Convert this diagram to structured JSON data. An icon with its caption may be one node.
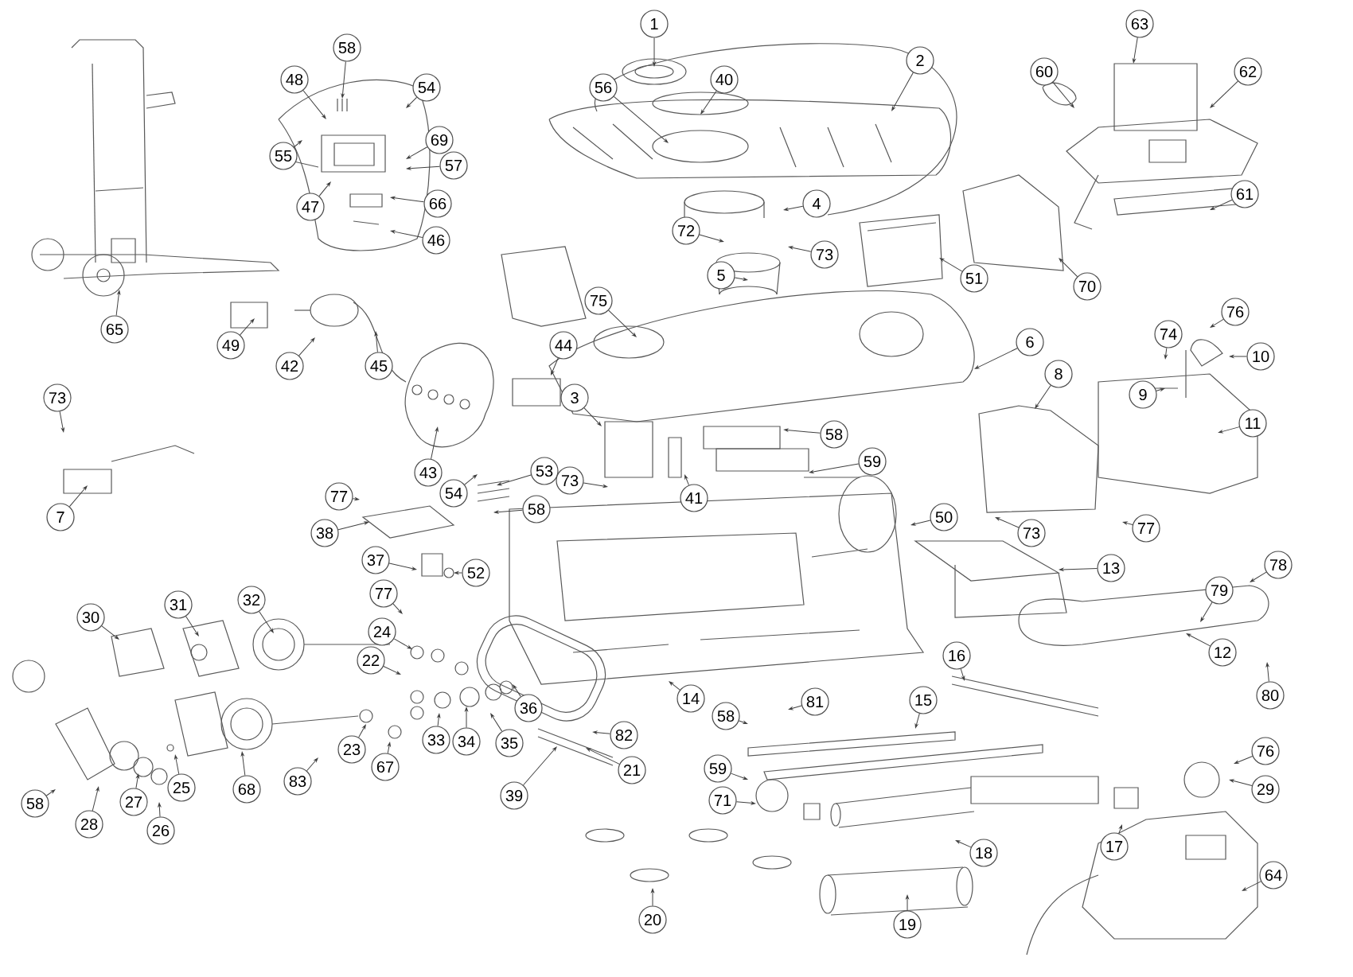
{
  "diagram": {
    "nodes": [
      {
        "text": [
          "1"
        ]
      },
      {
        "text": [
          "2"
        ]
      },
      {
        "text": [
          "40"
        ]
      },
      {
        "text": [
          "56"
        ]
      },
      {
        "text": [
          "58"
        ]
      },
      {
        "text": [
          "48"
        ]
      },
      {
        "text": [
          "54"
        ]
      },
      {
        "text": [
          "63"
        ]
      },
      {
        "text": [
          "60"
        ]
      },
      {
        "text": [
          "62"
        ]
      },
      {
        "text": [
          "69"
        ]
      },
      {
        "text": [
          "57"
        ]
      },
      {
        "text": [
          "55"
        ]
      },
      {
        "text": [
          "66"
        ]
      },
      {
        "text": [
          "47"
        ]
      },
      {
        "text": [
          "46"
        ]
      },
      {
        "text": [
          "61"
        ]
      },
      {
        "text": [
          "4"
        ]
      },
      {
        "text": [
          "72"
        ]
      },
      {
        "text": [
          "73"
        ]
      },
      {
        "text": [
          "5"
        ]
      },
      {
        "text": [
          "51"
        ]
      },
      {
        "text": [
          "70"
        ]
      },
      {
        "text": [
          "75"
        ]
      },
      {
        "text": [
          "76"
        ]
      },
      {
        "text": [
          "65"
        ]
      },
      {
        "text": [
          "6"
        ]
      },
      {
        "text": [
          "74"
        ]
      },
      {
        "text": [
          "49"
        ]
      },
      {
        "text": [
          "44"
        ]
      },
      {
        "text": [
          "10"
        ]
      },
      {
        "text": [
          "42"
        ]
      },
      {
        "text": [
          "45"
        ]
      },
      {
        "text": [
          "8"
        ]
      },
      {
        "text": [
          "9"
        ]
      },
      {
        "text": [
          "73"
        ]
      },
      {
        "text": [
          "3"
        ]
      },
      {
        "text": [
          "11"
        ]
      },
      {
        "text": [
          "58"
        ]
      },
      {
        "text": [
          "59"
        ]
      },
      {
        "text": [
          "43"
        ]
      },
      {
        "text": [
          "53"
        ]
      },
      {
        "text": [
          "73"
        ]
      },
      {
        "text": [
          "54"
        ]
      },
      {
        "text": [
          "77"
        ]
      },
      {
        "text": [
          "41"
        ]
      },
      {
        "text": [
          "58"
        ]
      },
      {
        "text": [
          "7"
        ]
      },
      {
        "text": [
          "50"
        ]
      },
      {
        "text": [
          "73"
        ]
      },
      {
        "text": [
          "77"
        ]
      },
      {
        "text": [
          "38"
        ]
      },
      {
        "text": [
          "37"
        ]
      },
      {
        "text": [
          "78"
        ]
      },
      {
        "text": [
          "13"
        ]
      },
      {
        "text": [
          "52"
        ]
      },
      {
        "text": [
          "79"
        ]
      },
      {
        "text": [
          "77"
        ]
      },
      {
        "text": [
          "32"
        ]
      },
      {
        "text": [
          "31"
        ]
      },
      {
        "text": [
          "30"
        ]
      },
      {
        "text": [
          "24"
        ]
      },
      {
        "text": [
          "12"
        ]
      },
      {
        "text": [
          "16"
        ]
      },
      {
        "text": [
          "22"
        ]
      },
      {
        "text": [
          "80"
        ]
      },
      {
        "text": [
          "14"
        ]
      },
      {
        "text": [
          "15"
        ]
      },
      {
        "text": [
          "81"
        ]
      },
      {
        "text": [
          "36"
        ]
      },
      {
        "text": [
          "58"
        ]
      },
      {
        "text": [
          "82"
        ]
      },
      {
        "text": [
          "34"
        ]
      },
      {
        "text": [
          "33"
        ]
      },
      {
        "text": [
          "35"
        ]
      },
      {
        "text": [
          "23"
        ]
      },
      {
        "text": [
          "76"
        ]
      },
      {
        "text": [
          "67"
        ]
      },
      {
        "text": [
          "21"
        ]
      },
      {
        "text": [
          "59"
        ]
      },
      {
        "text": [
          "83"
        ]
      },
      {
        "text": [
          "25"
        ]
      },
      {
        "text": [
          "68"
        ]
      },
      {
        "text": [
          "29"
        ]
      },
      {
        "text": [
          "39"
        ]
      },
      {
        "text": [
          "27"
        ]
      },
      {
        "text": [
          "71"
        ]
      },
      {
        "text": [
          "58"
        ]
      },
      {
        "text": [
          "28"
        ]
      },
      {
        "text": [
          "26"
        ]
      },
      {
        "text": [
          "17"
        ]
      },
      {
        "text": [
          "18"
        ]
      },
      {
        "text": [
          "64"
        ]
      },
      {
        "text": [
          "20"
        ]
      },
      {
        "text": [
          "19"
        ]
      }
    ],
    "edges": [
      {
        "from": 0,
        "to": null,
        "arrow": "to"
      },
      {
        "from": 1,
        "to": null,
        "arrow": "to"
      },
      {
        "from": 2,
        "to": null,
        "arrow": "to"
      },
      {
        "from": 3,
        "to": null,
        "arrow": "to"
      },
      {
        "from": 4,
        "to": null,
        "arrow": "to"
      },
      {
        "from": 5,
        "to": null,
        "arrow": "to"
      },
      {
        "from": 6,
        "to": null,
        "arrow": "to"
      },
      {
        "from": 7,
        "to": null,
        "arrow": "to"
      },
      {
        "from": 8,
        "to": null,
        "arrow": "to"
      },
      {
        "from": 9,
        "to": null,
        "arrow": "to"
      },
      {
        "from": 10,
        "to": null,
        "arrow": "to"
      },
      {
        "from": 11,
        "to": null,
        "arrow": "to"
      },
      {
        "from": 12,
        "to": null,
        "arrow": "to"
      },
      {
        "from": 13,
        "to": null,
        "arrow": "to"
      },
      {
        "from": 14,
        "to": null,
        "arrow": "to"
      },
      {
        "from": 15,
        "to": null,
        "arrow": "to"
      },
      {
        "from": 16,
        "to": null,
        "arrow": "to"
      },
      {
        "from": 17,
        "to": null,
        "arrow": "to"
      },
      {
        "from": 18,
        "to": null,
        "arrow": "to"
      },
      {
        "from": 19,
        "to": null,
        "arrow": "to"
      },
      {
        "from": 20,
        "to": null,
        "arrow": "to"
      },
      {
        "from": 21,
        "to": null,
        "arrow": "to"
      },
      {
        "from": 22,
        "to": null,
        "arrow": "to"
      },
      {
        "from": 23,
        "to": null,
        "arrow": "to"
      },
      {
        "from": 24,
        "to": null,
        "arrow": "to"
      },
      {
        "from": 25,
        "to": null,
        "arrow": "to"
      },
      {
        "from": 26,
        "to": null,
        "arrow": "to"
      },
      {
        "from": 27,
        "to": null,
        "arrow": "to"
      },
      {
        "from": 28,
        "to": null,
        "arrow": "to"
      },
      {
        "from": 29,
        "to": null,
        "arrow": "to"
      },
      {
        "from": 30,
        "to": null,
        "arrow": "to"
      },
      {
        "from": 31,
        "to": null,
        "arrow": "to"
      },
      {
        "from": 32,
        "to": null,
        "arrow": "to"
      },
      {
        "from": 33,
        "to": null,
        "arrow": "to"
      },
      {
        "from": 34,
        "to": null,
        "arrow": "to"
      },
      {
        "from": 35,
        "to": null,
        "arrow": "to"
      },
      {
        "from": 36,
        "to": null,
        "arrow": "to"
      },
      {
        "from": 37,
        "to": null,
        "arrow": "to"
      },
      {
        "from": 38,
        "to": null,
        "arrow": "to"
      },
      {
        "from": 39,
        "to": null,
        "arrow": "to"
      },
      {
        "from": 40,
        "to": null,
        "arrow": "to"
      },
      {
        "from": 41,
        "to": null,
        "arrow": "to"
      },
      {
        "from": 42,
        "to": null,
        "arrow": "to"
      },
      {
        "from": 43,
        "to": null,
        "arrow": "to"
      },
      {
        "from": 44,
        "to": null,
        "arrow": "to"
      },
      {
        "from": 45,
        "to": null,
        "arrow": "to"
      },
      {
        "from": 46,
        "to": null,
        "arrow": "to"
      },
      {
        "from": 47,
        "to": null,
        "arrow": "to"
      },
      {
        "from": 48,
        "to": null,
        "arrow": "to"
      },
      {
        "from": 49,
        "to": null,
        "arrow": "to"
      },
      {
        "from": 50,
        "to": null,
        "arrow": "to"
      },
      {
        "from": 51,
        "to": null,
        "arrow": "to"
      },
      {
        "from": 52,
        "to": null,
        "arrow": "to"
      },
      {
        "from": 53,
        "to": null,
        "arrow": "to"
      },
      {
        "from": 54,
        "to": null,
        "arrow": "to"
      },
      {
        "from": 55,
        "to": null,
        "arrow": "to"
      },
      {
        "from": 56,
        "to": null,
        "arrow": "to"
      },
      {
        "from": 57,
        "to": null,
        "arrow": "to"
      },
      {
        "from": 58,
        "to": null,
        "arrow": "to"
      },
      {
        "from": 59,
        "to": null,
        "arrow": "to"
      },
      {
        "from": 60,
        "to": null,
        "arrow": "to"
      },
      {
        "from": 61,
        "to": null,
        "arrow": "to"
      },
      {
        "from": 62,
        "to": null,
        "arrow": "to"
      },
      {
        "from": 63,
        "to": null,
        "arrow": "to"
      },
      {
        "from": 64,
        "to": null,
        "arrow": "to"
      },
      {
        "from": 65,
        "to": null,
        "arrow": "to"
      },
      {
        "from": 66,
        "to": null,
        "arrow": "to"
      },
      {
        "from": 67,
        "to": null,
        "arrow": "to"
      },
      {
        "from": 68,
        "to": null,
        "arrow": "to"
      },
      {
        "from": 69,
        "to": null,
        "arrow": "to"
      },
      {
        "from": 70,
        "to": null,
        "arrow": "to"
      },
      {
        "from": 71,
        "to": null,
        "arrow": "to"
      },
      {
        "from": 72,
        "to": null,
        "arrow": "to"
      },
      {
        "from": 73,
        "to": null,
        "arrow": "to"
      },
      {
        "from": 74,
        "to": null,
        "arrow": "to"
      },
      {
        "from": 75,
        "to": null,
        "arrow": "to"
      },
      {
        "from": 76,
        "to": null,
        "arrow": "to"
      },
      {
        "from": 77,
        "to": null,
        "arrow": "to"
      },
      {
        "from": 78,
        "to": null,
        "arrow": "to"
      },
      {
        "from": 79,
        "to": null,
        "arrow": "to"
      },
      {
        "from": 80,
        "to": null,
        "arrow": "to"
      },
      {
        "from": 81,
        "to": null,
        "arrow": "to"
      },
      {
        "from": 82,
        "to": null,
        "arrow": "to"
      },
      {
        "from": 83,
        "to": null,
        "arrow": "to"
      },
      {
        "from": 84,
        "to": null,
        "arrow": "to"
      },
      {
        "from": 85,
        "to": null,
        "arrow": "to"
      },
      {
        "from": 86,
        "to": null,
        "arrow": "to"
      },
      {
        "from": 87,
        "to": null,
        "arrow": "to"
      },
      {
        "from": 88,
        "to": null,
        "arrow": "to"
      },
      {
        "from": 89,
        "to": null,
        "arrow": "to"
      },
      {
        "from": 90,
        "to": null,
        "arrow": "to"
      },
      {
        "from": 91,
        "to": null,
        "arrow": "to"
      },
      {
        "from": 92,
        "to": null,
        "arrow": "to"
      },
      {
        "from": 93,
        "to": null,
        "arrow": "to"
      },
      {
        "from": 94,
        "to": null,
        "arrow": "to"
      }
    ]
  }
}
